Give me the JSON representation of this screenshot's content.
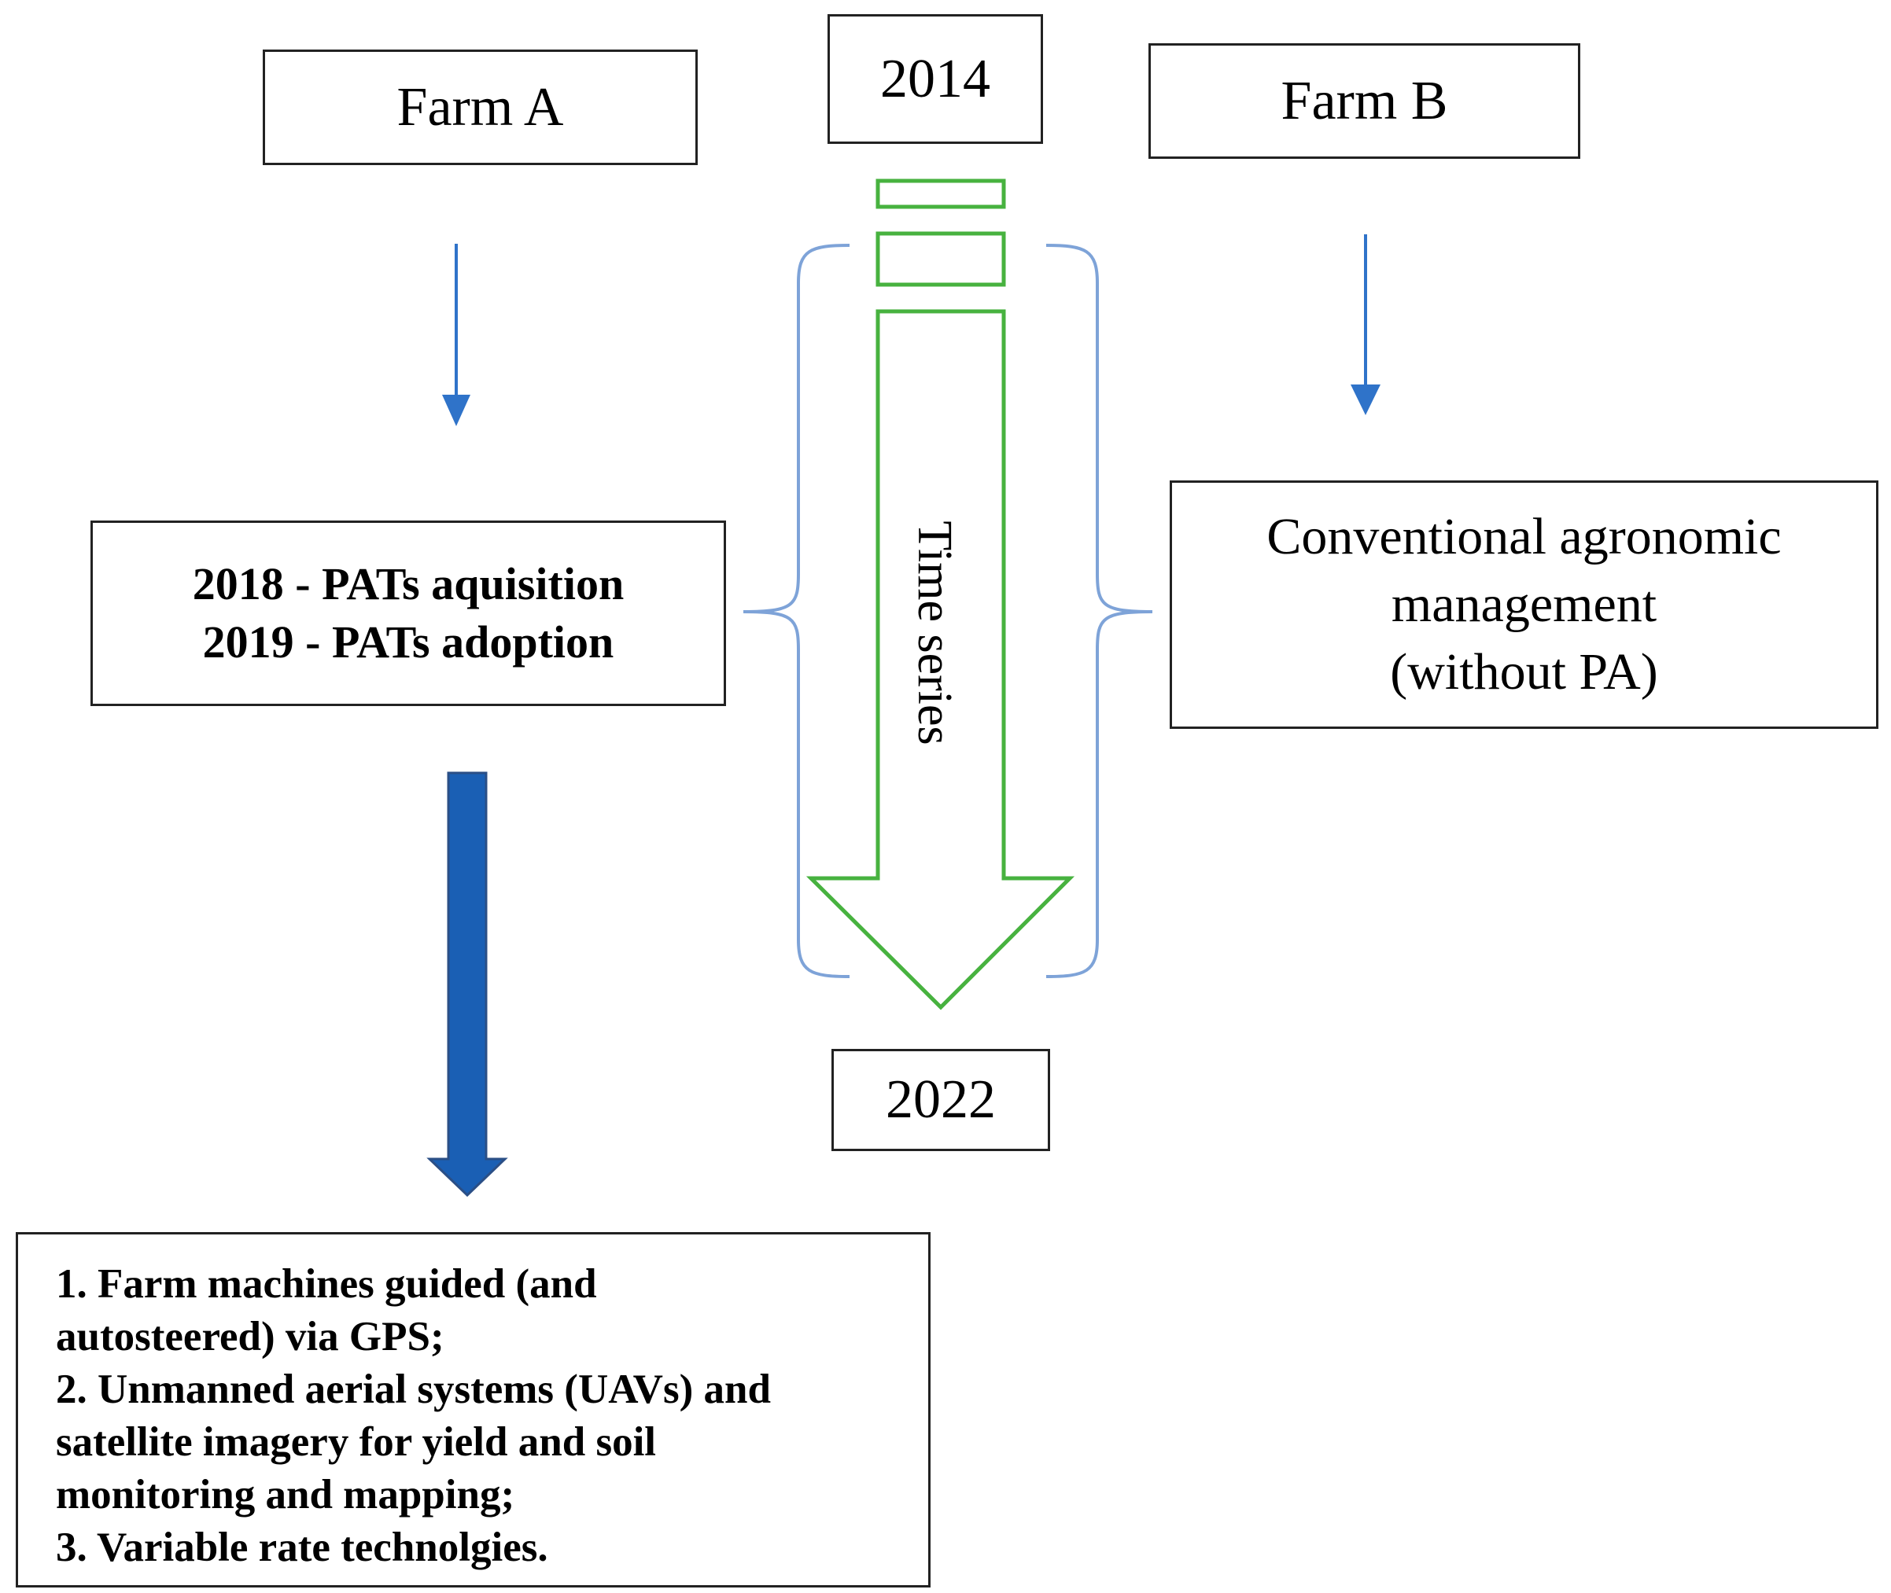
{
  "farm_a": "Farm A",
  "farm_b": "Farm B",
  "year_start": "2014",
  "year_end": "2022",
  "time_series_label": "Time series",
  "farm_a_steps": {
    "line1": "2018 - PATs aquisition",
    "line2": "2019 - PATs adoption"
  },
  "farm_b_management": {
    "line1": "Conventional agronomic",
    "line2": "management",
    "line3": "(without PA)"
  },
  "technologies": [
    "1. Farm machines guided  (and",
    "autosteered) via GPS;",
    "2. Unmanned aerial systems (UAVs) and",
    "satellite imagery for yield  and soil",
    "monitoring and mapping;",
    "3. Variable rate technolgies."
  ],
  "colors": {
    "arrow_blue": "#2f73c9",
    "big_arrow_blue": "#1a5fb4",
    "big_arrow_outline": "#2b4f86",
    "brace_blue": "#7ea3d8",
    "timeline_green": "#47b23f",
    "box_border": "#222222"
  }
}
